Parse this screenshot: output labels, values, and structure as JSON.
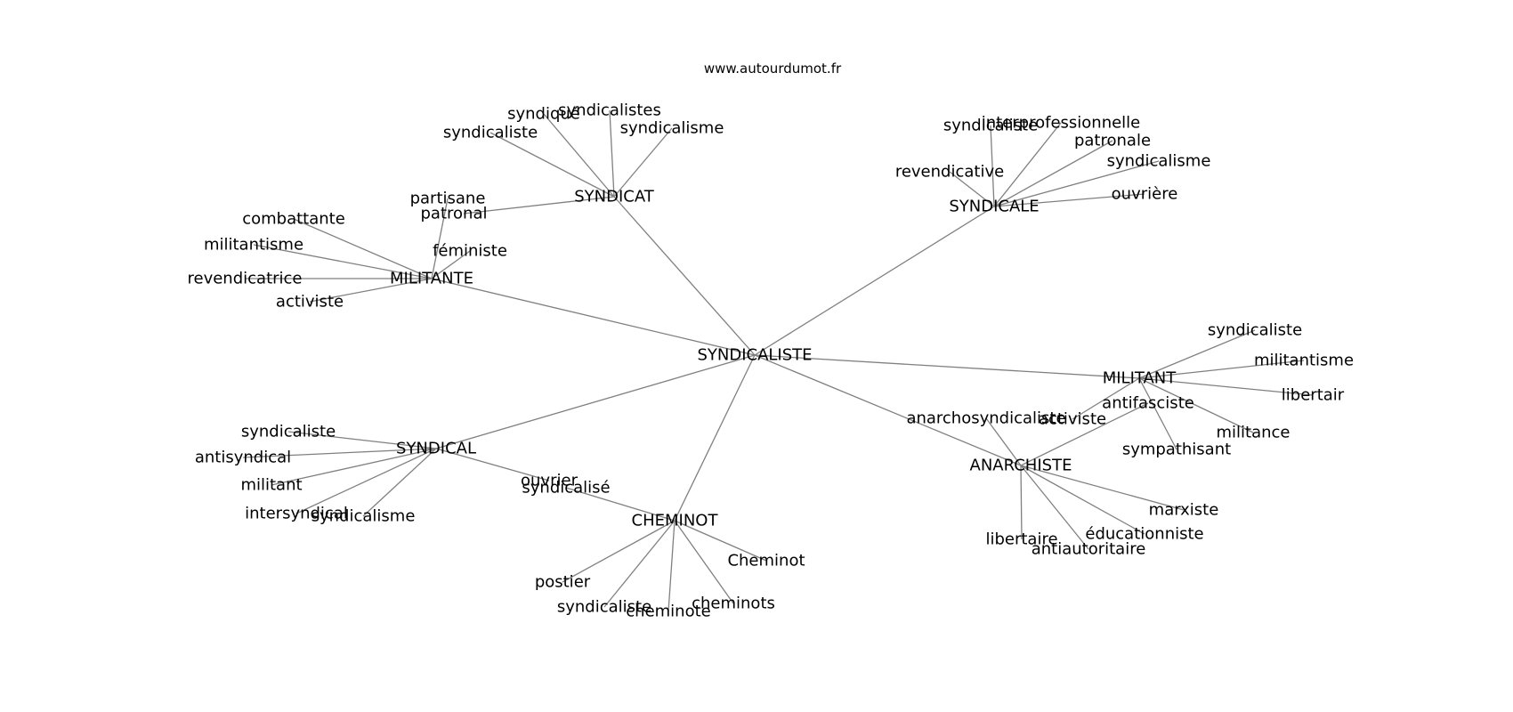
{
  "site": "www.autourdumot.fr",
  "nodes": [
    {
      "id": "center",
      "label": "SYNDICALISTE"
    },
    {
      "id": "syndicat",
      "label": "SYNDICAT"
    },
    {
      "id": "syndicale",
      "label": "SYNDICALE"
    },
    {
      "id": "militante",
      "label": "MILITANTE"
    },
    {
      "id": "militant",
      "label": "MILITANT"
    },
    {
      "id": "syndical",
      "label": "SYNDICAL"
    },
    {
      "id": "cheminot_hub",
      "label": "CHEMINOT"
    },
    {
      "id": "anarchiste",
      "label": "ANARCHISTE"
    },
    {
      "id": "t_syndique",
      "label": "syndiqué"
    },
    {
      "id": "t_syndicalistes",
      "label": "syndicalistes"
    },
    {
      "id": "t_syndicaliste1",
      "label": "syndicaliste"
    },
    {
      "id": "t_syndicalisme1",
      "label": "syndicalisme"
    },
    {
      "id": "t_partisane",
      "label": "partisane"
    },
    {
      "id": "t_patronal",
      "label": "patronal"
    },
    {
      "id": "t_syndicaliste2",
      "label": "syndicaliste"
    },
    {
      "id": "t_interpro",
      "label": "interprofessionnelle"
    },
    {
      "id": "t_patronale",
      "label": "patronale"
    },
    {
      "id": "t_syndicalisme2",
      "label": "syndicalisme"
    },
    {
      "id": "t_revendicative",
      "label": "revendicative"
    },
    {
      "id": "t_ouvriere",
      "label": "ouvrière"
    },
    {
      "id": "t_combattante",
      "label": "combattante"
    },
    {
      "id": "t_militantisme1",
      "label": "militantisme"
    },
    {
      "id": "t_feministe",
      "label": "féministe"
    },
    {
      "id": "t_revendicatrice",
      "label": "revendicatrice"
    },
    {
      "id": "t_activiste1",
      "label": "activiste"
    },
    {
      "id": "t_syndicaliste3",
      "label": "syndicaliste"
    },
    {
      "id": "t_militantisme2",
      "label": "militantisme"
    },
    {
      "id": "t_libertaire1",
      "label": "libertair"
    },
    {
      "id": "t_antifasciste",
      "label": "antifasciste"
    },
    {
      "id": "t_activiste2",
      "label": "activiste"
    },
    {
      "id": "t_militance",
      "label": "militance"
    },
    {
      "id": "t_sympathisant",
      "label": "sympathisant"
    },
    {
      "id": "t_anarchosynd",
      "label": "anarchosyndicaliste"
    },
    {
      "id": "t_marxiste",
      "label": "marxiste"
    },
    {
      "id": "t_educ",
      "label": "éducationniste"
    },
    {
      "id": "t_libertaire2",
      "label": "libertaire"
    },
    {
      "id": "t_antiauto",
      "label": "antiautoritaire"
    },
    {
      "id": "t_syndicaliste4",
      "label": "syndicaliste"
    },
    {
      "id": "t_antisyndical",
      "label": "antisyndical"
    },
    {
      "id": "t_militant",
      "label": "militant"
    },
    {
      "id": "t_intersyndical",
      "label": "intersyndical"
    },
    {
      "id": "t_syndicalisme3",
      "label": "syndicalisme"
    },
    {
      "id": "t_ouvrier",
      "label": "ouvrier"
    },
    {
      "id": "t_syndicalise",
      "label": "syndicalisé"
    },
    {
      "id": "t_postier",
      "label": "postier"
    },
    {
      "id": "t_syndicaliste5",
      "label": "syndicaliste"
    },
    {
      "id": "t_cheminote",
      "label": "cheminote"
    },
    {
      "id": "t_cheminots",
      "label": "cheminots"
    },
    {
      "id": "t_Cheminot",
      "label": "Cheminot"
    }
  ],
  "edges": [
    [
      "center",
      "syndicat"
    ],
    [
      "center",
      "syndicale"
    ],
    [
      "center",
      "militante"
    ],
    [
      "center",
      "militant"
    ],
    [
      "center",
      "syndical"
    ],
    [
      "center",
      "cheminot_hub"
    ],
    [
      "center",
      "anarchiste"
    ],
    [
      "syndicat",
      "t_syndique"
    ],
    [
      "syndicat",
      "t_syndicalistes"
    ],
    [
      "syndicat",
      "t_syndicaliste1"
    ],
    [
      "syndicat",
      "t_syndicalisme1"
    ],
    [
      "syndicat",
      "t_patronal"
    ],
    [
      "syndicale",
      "t_syndicaliste2"
    ],
    [
      "syndicale",
      "t_interpro"
    ],
    [
      "syndicale",
      "t_patronale"
    ],
    [
      "syndicale",
      "t_syndicalisme2"
    ],
    [
      "syndicale",
      "t_revendicative"
    ],
    [
      "syndicale",
      "t_ouvriere"
    ],
    [
      "militante",
      "t_combattante"
    ],
    [
      "militante",
      "t_militantisme1"
    ],
    [
      "militante",
      "t_feministe"
    ],
    [
      "militante",
      "t_partisane"
    ],
    [
      "militante",
      "t_revendicatrice"
    ],
    [
      "militante",
      "t_activiste1"
    ],
    [
      "militant",
      "t_syndicaliste3"
    ],
    [
      "militant",
      "t_militantisme2"
    ],
    [
      "militant",
      "t_libertaire1"
    ],
    [
      "militant",
      "t_militance"
    ],
    [
      "militant",
      "t_sympathisant"
    ],
    [
      "militant",
      "t_activiste2"
    ],
    [
      "anarchiste",
      "t_anarchosynd"
    ],
    [
      "anarchiste",
      "t_antifasciste"
    ],
    [
      "anarchiste",
      "t_marxiste"
    ],
    [
      "anarchiste",
      "t_educ"
    ],
    [
      "anarchiste",
      "t_libertaire2"
    ],
    [
      "anarchiste",
      "t_antiauto"
    ],
    [
      "syndical",
      "t_syndicaliste4"
    ],
    [
      "syndical",
      "t_antisyndical"
    ],
    [
      "syndical",
      "t_militant"
    ],
    [
      "syndical",
      "t_intersyndical"
    ],
    [
      "syndical",
      "t_syndicalisme3"
    ],
    [
      "syndical",
      "t_ouvrier"
    ],
    [
      "cheminot_hub",
      "t_syndicalise"
    ],
    [
      "cheminot_hub",
      "t_postier"
    ],
    [
      "cheminot_hub",
      "t_syndicaliste5"
    ],
    [
      "cheminot_hub",
      "t_cheminote"
    ],
    [
      "cheminot_hub",
      "t_cheminots"
    ],
    [
      "cheminot_hub",
      "t_Cheminot"
    ]
  ]
}
